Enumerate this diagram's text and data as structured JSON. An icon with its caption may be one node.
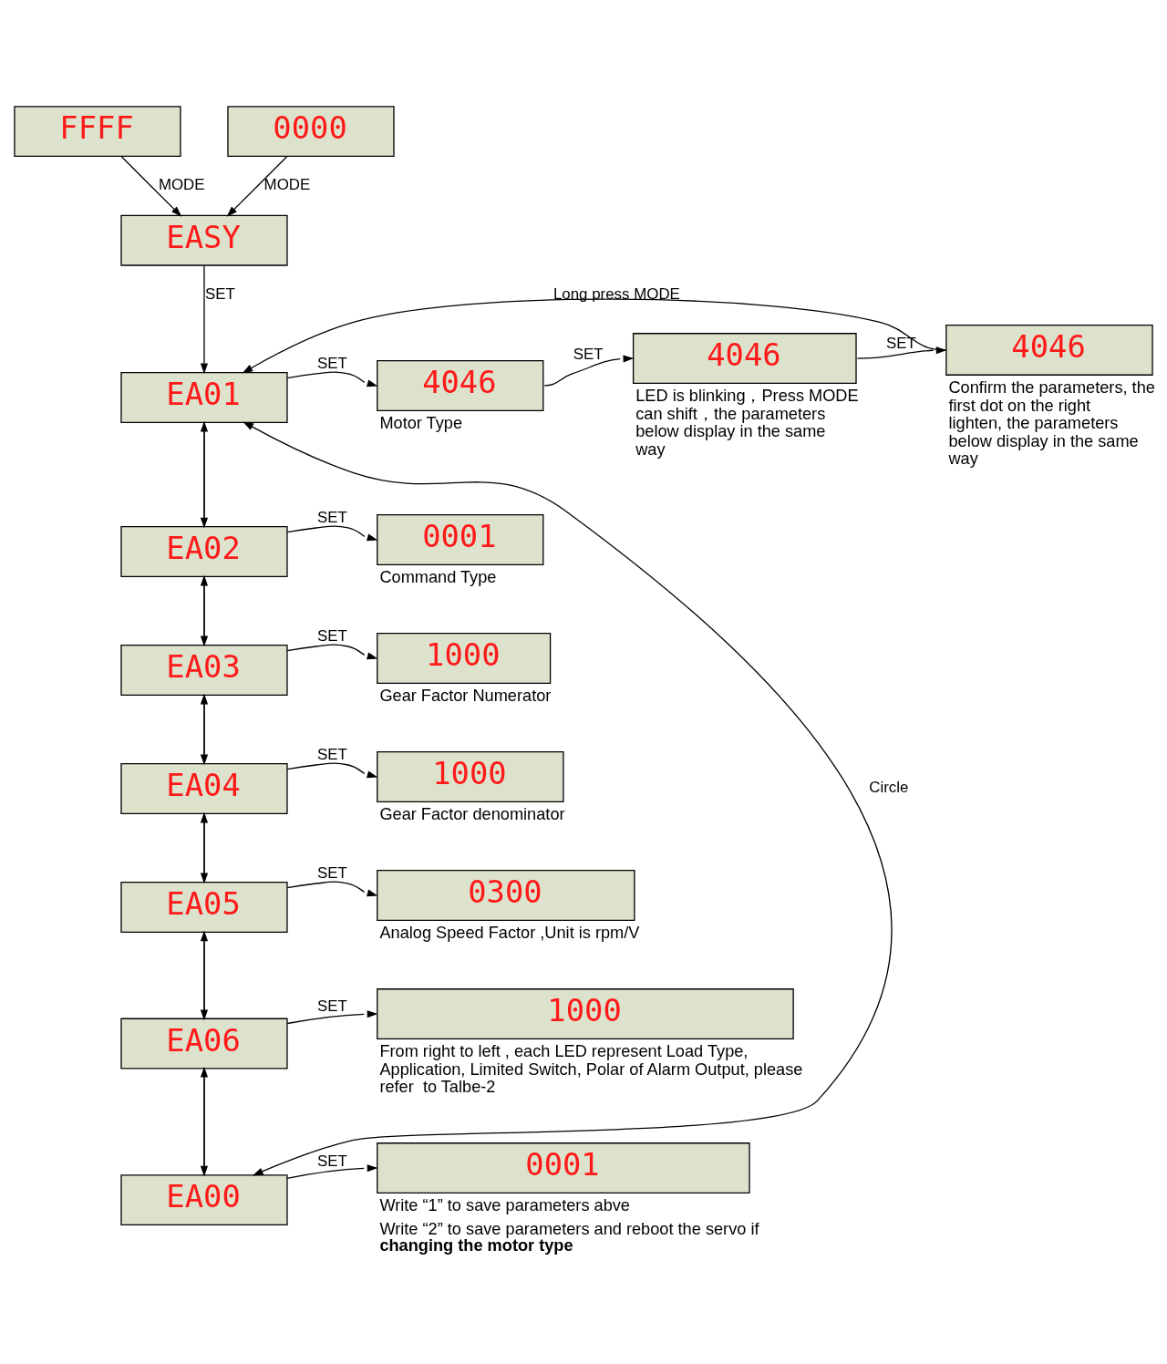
{
  "diagram": {
    "nodes": [
      {
        "text": [
          "FFFF"
        ]
      },
      {
        "text": [
          "0000"
        ]
      },
      {
        "text": [
          "EASY"
        ]
      },
      {
        "text": [
          "EA01"
        ]
      },
      {
        "text": [
          "4046"
        ],
        "beside": [
          "Motor Type"
        ]
      },
      {
        "text": [
          "4046"
        ],
        "beside": [
          "LED is blinking，Press MODE can shift，the parameters below display in the same way"
        ]
      },
      {
        "text": [
          "4046"
        ],
        "beside": [
          "Confirm the parameters, the first dot on the right lighten, the parameters below display in the same way"
        ]
      },
      {
        "text": [
          "EA02"
        ]
      },
      {
        "text": [
          "0001"
        ],
        "beside": [
          "Command Type"
        ]
      },
      {
        "text": [
          "EA03"
        ]
      },
      {
        "text": [
          "1000"
        ],
        "beside": [
          "Gear Factor Numerator"
        ]
      },
      {
        "text": [
          "EA04"
        ]
      },
      {
        "text": [
          "1000"
        ],
        "beside": [
          "Gear Factor denominator"
        ]
      },
      {
        "text": [
          "EA05"
        ]
      },
      {
        "text": [
          "0300"
        ],
        "beside": [
          "Analog Speed Factor ,Unit is rpm/V"
        ]
      },
      {
        "text": [
          "EA06"
        ]
      },
      {
        "text": [
          "1000"
        ],
        "beside": [
          "From right to left , each LED represent Load Type, Application, Limited Switch, Polar of Alarm Output, please refer  to Talbe-2"
        ]
      },
      {
        "text": [
          "EA00"
        ]
      },
      {
        "text": [
          "0001"
        ],
        "beside": [
          "Write “1” to save parameters abve",
          "Write “2” to save parameters and reboot the servo if **changing the motor type**"
        ]
      }
    ],
    "edges": [
      {
        "from": 0,
        "to": 2,
        "arrow": "to",
        "label": "MODE"
      },
      {
        "from": 1,
        "to": 2,
        "arrow": "to",
        "label": "MODE"
      },
      {
        "from": 2,
        "to": 3,
        "arrow": "to",
        "label": "SET"
      },
      {
        "from": 3,
        "to": 4,
        "arrow": "to",
        "label": "SET"
      },
      {
        "from": 4,
        "to": 5,
        "arrow": "to",
        "label": "SET"
      },
      {
        "from": 5,
        "to": 6,
        "arrow": "to",
        "label": "SET"
      },
      {
        "from": 6,
        "to": 3,
        "arrow": "to",
        "label": "Long press MODE"
      },
      {
        "from": 3,
        "to": 7,
        "arrow": "to"
      },
      {
        "from": 7,
        "to": 3,
        "arrow": "to"
      },
      {
        "from": 7,
        "to": 8,
        "arrow": "to",
        "label": "SET"
      },
      {
        "from": 7,
        "to": 9,
        "arrow": "to"
      },
      {
        "from": 9,
        "to": 7,
        "arrow": "to"
      },
      {
        "from": 9,
        "to": 10,
        "arrow": "to",
        "label": "SET"
      },
      {
        "from": 9,
        "to": 11,
        "arrow": "to"
      },
      {
        "from": 11,
        "to": 9,
        "arrow": "to"
      },
      {
        "from": 11,
        "to": 12,
        "arrow": "to",
        "label": "SET"
      },
      {
        "from": 11,
        "to": 13,
        "arrow": "to"
      },
      {
        "from": 13,
        "to": 11,
        "arrow": "to"
      },
      {
        "from": 13,
        "to": 14,
        "arrow": "to",
        "label": "SET"
      },
      {
        "from": 13,
        "to": 15,
        "arrow": "to"
      },
      {
        "from": 15,
        "to": 13,
        "arrow": "to"
      },
      {
        "from": 15,
        "to": 16,
        "arrow": "to",
        "label": "SET"
      },
      {
        "from": 15,
        "to": 17,
        "arrow": "to"
      },
      {
        "from": 17,
        "to": 15,
        "arrow": "to"
      },
      {
        "from": 17,
        "to": 18,
        "arrow": "to",
        "label": "SET"
      },
      {
        "from": 3,
        "to": 17,
        "arrow": "both",
        "label": "Circle"
      }
    ]
  }
}
